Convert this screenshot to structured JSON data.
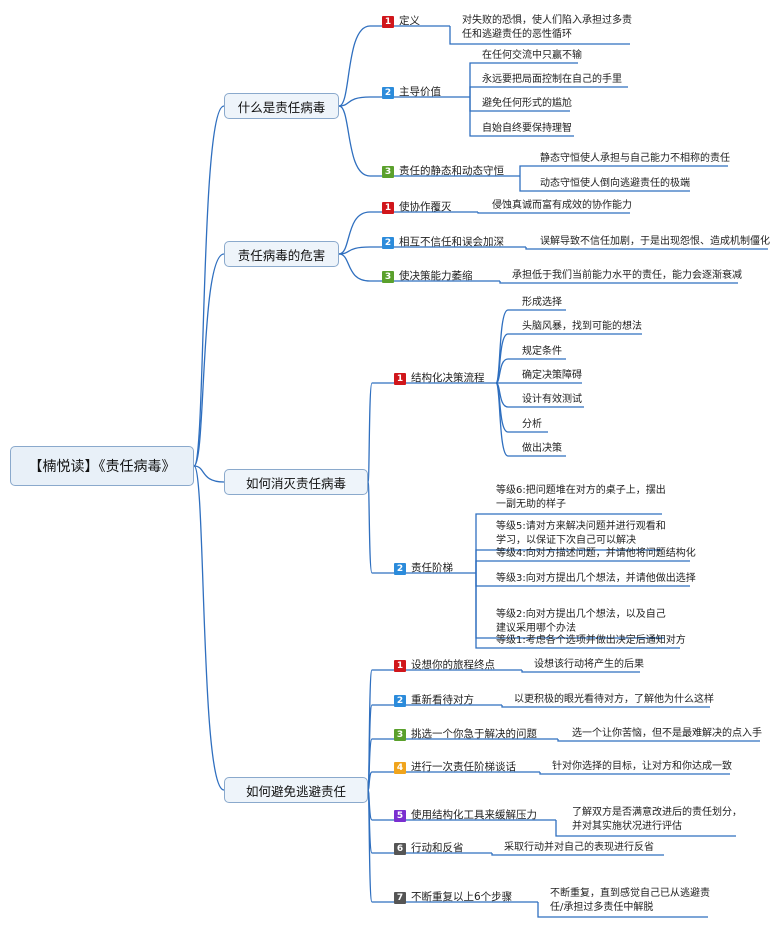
{
  "colors": {
    "line": "#2f6fbf",
    "badge_red": "#d0161b",
    "badge_blue": "#2b8bdb",
    "badge_green": "#5aa02c",
    "badge_yellow": "#f0a41c",
    "badge_purple": "#7a2fd0",
    "badge_gray": "#555555"
  },
  "root": "【楠悦读】《责任病毒》",
  "topics": [
    {
      "label": "什么是责任病毒",
      "subs": [
        {
          "num": "1",
          "color": "red",
          "label": "定义",
          "leaves": [
            "对失败的恐惧，使人们陷入承担过多责\n任和逃避责任的恶性循环"
          ]
        },
        {
          "num": "2",
          "color": "blue",
          "label": "主导价值",
          "leaves": [
            "在任何交流中只赢不输",
            "永远要把局面控制在自己的手里",
            "避免任何形式的尴尬",
            "自始自终要保持理智"
          ]
        },
        {
          "num": "3",
          "color": "green",
          "label": "责任的静态和动态守恒",
          "leaves": [
            "静态守恒使人承担与自己能力不相称的责任",
            "动态守恒使人倒向逃避责任的极端"
          ]
        }
      ]
    },
    {
      "label": "责任病毒的危害",
      "subs": [
        {
          "num": "1",
          "color": "red",
          "label": "使协作覆灭",
          "leaves": [
            "侵蚀真诚而富有成效的协作能力"
          ]
        },
        {
          "num": "2",
          "color": "blue",
          "label": "相互不信任和误会加深",
          "leaves": [
            "误解导致不信任加剧，于是出现怨恨、造成机制僵化"
          ]
        },
        {
          "num": "3",
          "color": "green",
          "label": "使决策能力萎缩",
          "leaves": [
            "承担低于我们当前能力水平的责任，能力会逐渐衰减"
          ]
        }
      ]
    },
    {
      "label": "如何消灭责任病毒",
      "subs": [
        {
          "num": "1",
          "color": "red",
          "label": "结构化决策流程",
          "leaves": [
            "形成选择",
            "头脑风暴，找到可能的想法",
            "规定条件",
            "确定决策障碍",
            "设计有效测试",
            "分析",
            "做出决策"
          ]
        },
        {
          "num": "2",
          "color": "blue",
          "label": "责任阶梯",
          "leaves": [
            "等级6:把问题堆在对方的桌子上，摆出\n一副无助的样子",
            "等级5:请对方来解决问题并进行观看和\n学习，以保证下次自己可以解决",
            "等级4:向对方描述问题，并请他将问题结构化",
            "等级3:向对方提出几个想法，并请他做出选择",
            "等级2:向对方提出几个想法，以及自己\n建议采用哪个办法",
            "等级1:考虑各个选项并做出决定后通知对方"
          ]
        }
      ]
    },
    {
      "label": "如何避免逃避责任",
      "subs": [
        {
          "num": "1",
          "color": "red",
          "label": "设想你的旅程终点",
          "leaves": [
            "设想该行动将产生的后果"
          ]
        },
        {
          "num": "2",
          "color": "blue",
          "label": "重新看待对方",
          "leaves": [
            "以更积极的眼光看待对方，了解他为什么这样"
          ]
        },
        {
          "num": "3",
          "color": "green",
          "label": "挑选一个你急于解决的问题",
          "leaves": [
            "选一个让你苦恼，但不是最难解决的点入手"
          ]
        },
        {
          "num": "4",
          "color": "yellow",
          "label": "进行一次责任阶梯谈话",
          "leaves": [
            "针对你选择的目标，让对方和你达成一致"
          ]
        },
        {
          "num": "5",
          "color": "purple",
          "label": "使用结构化工具来缓解压力",
          "leaves": [
            "了解双方是否满意改进后的责任划分，\n并对其实施状况进行评估"
          ]
        },
        {
          "num": "6",
          "color": "gray",
          "label": "行动和反省",
          "leaves": [
            "采取行动并对自己的表现进行反省"
          ]
        },
        {
          "num": "7",
          "color": "gray",
          "label": "不断重复以上6个步骤",
          "leaves": [
            "不断重复，直到感觉自己已从逃避责\n任/承担过多责任中解脱"
          ]
        }
      ]
    }
  ]
}
